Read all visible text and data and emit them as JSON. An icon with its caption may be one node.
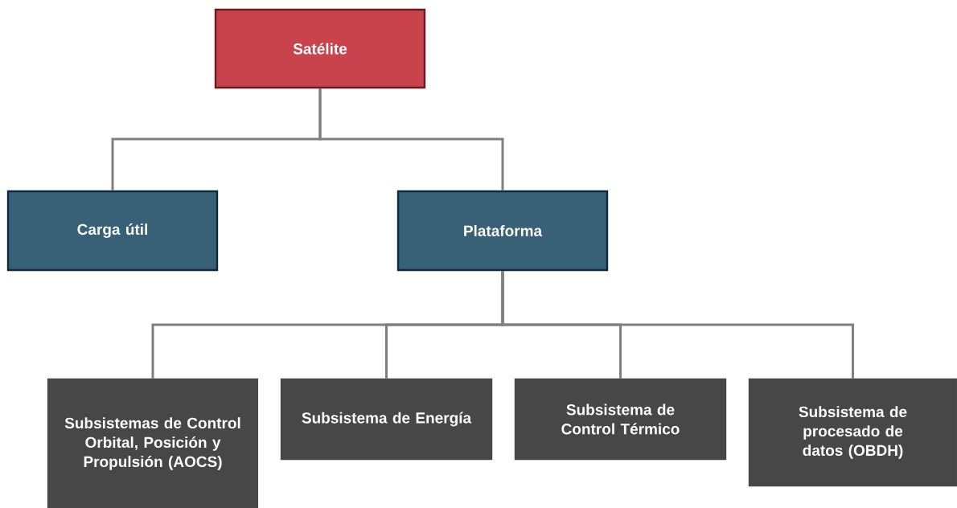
{
  "diagram": {
    "nodes": [
      {
        "text": [
          "Satélite"
        ]
      },
      {
        "text": [
          "Carga útil"
        ]
      },
      {
        "text": [
          "Plataforma"
        ]
      },
      {
        "text": [
          "Subsistemas de Control Orbital, Posición y Propulsión (AOCS)"
        ]
      },
      {
        "text": [
          "Subsistema de Energía"
        ]
      },
      {
        "text": [
          "Subsistema de Control Térmico"
        ]
      },
      {
        "text": [
          "Subsistema de procesado de datos (OBDH)"
        ]
      }
    ],
    "edges": [
      {
        "from": 0,
        "to": 1,
        "arrow": "none"
      },
      {
        "from": 0,
        "to": 2,
        "arrow": "none"
      },
      {
        "from": 2,
        "to": 3,
        "arrow": "none"
      },
      {
        "from": 2,
        "to": 4,
        "arrow": "none"
      },
      {
        "from": 2,
        "to": 5,
        "arrow": "none"
      },
      {
        "from": 2,
        "to": 6,
        "arrow": "none"
      }
    ]
  }
}
